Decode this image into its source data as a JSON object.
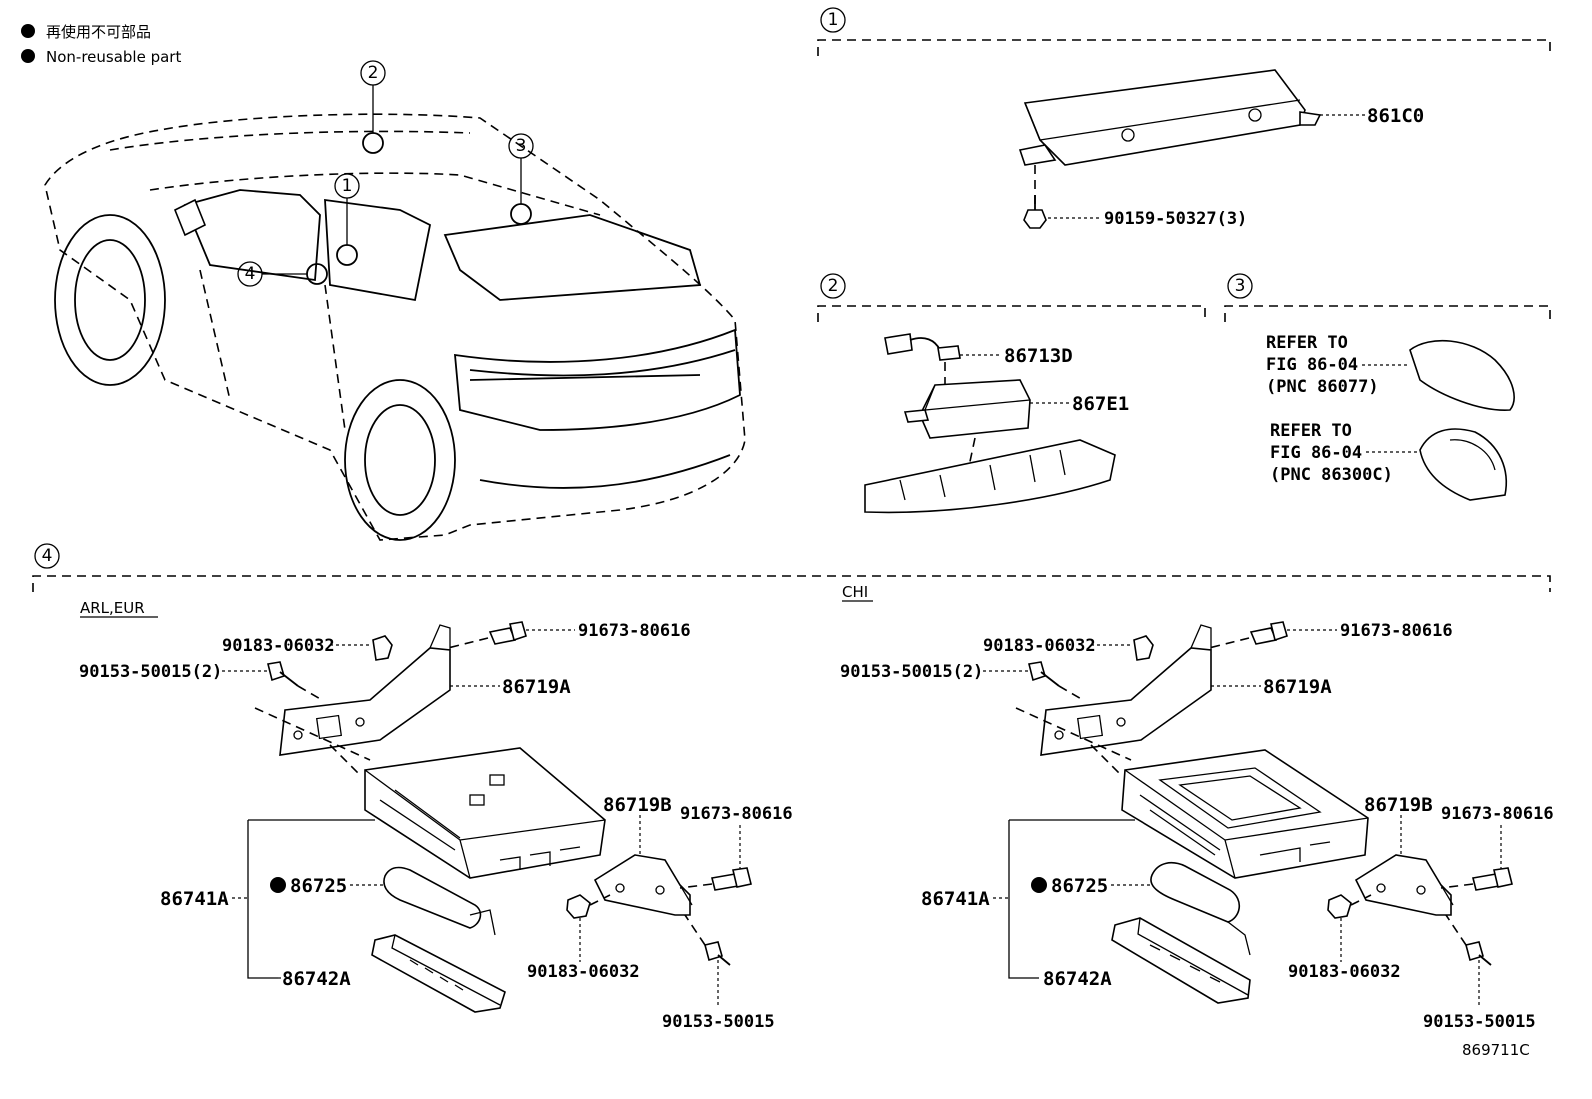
{
  "legend": {
    "jp": "再使用不可部品",
    "en": "Non-reusable part"
  },
  "callouts": {
    "c1": "1",
    "c2": "2",
    "c3": "3",
    "c4": "4"
  },
  "section1": {
    "number": "1",
    "parts": {
      "module": "861C0",
      "bolt": "90159-50327(3)"
    }
  },
  "section2": {
    "number": "2",
    "parts": {
      "harness": "86713D",
      "camera": "867E1"
    }
  },
  "section3": {
    "number": "3",
    "refer1": {
      "line1": "REFER TO",
      "line2": "FIG 86-04",
      "line3": "(PNC 86077)"
    },
    "refer2": {
      "line1": "REFER TO",
      "line2": "FIG 86-04",
      "line3": "(PNC 86300C)"
    }
  },
  "section4": {
    "number": "4",
    "left": {
      "region": "ARL,EUR",
      "nut_top": "90183-06032",
      "bolt_top_right": "91673-80616",
      "screw_left": "90153-50015(2)",
      "bracket_a": "86719A",
      "bracket_b": "86719B",
      "bolt_right": "91673-80616",
      "assembly": "86741A",
      "battery": "86725",
      "cover": "86742A",
      "nut_bottom": "90183-06032",
      "screw_bottom": "90153-50015"
    },
    "right": {
      "region": "CHI",
      "nut_top": "90183-06032",
      "bolt_top_right": "91673-80616",
      "screw_left": "90153-50015(2)",
      "bracket_a": "86719A",
      "bracket_b": "86719B",
      "bolt_right": "91673-80616",
      "assembly": "86741A",
      "battery": "86725",
      "cover": "86742A",
      "nut_bottom": "90183-06032",
      "screw_bottom": "90153-50015"
    }
  },
  "figure_code": "869711C"
}
